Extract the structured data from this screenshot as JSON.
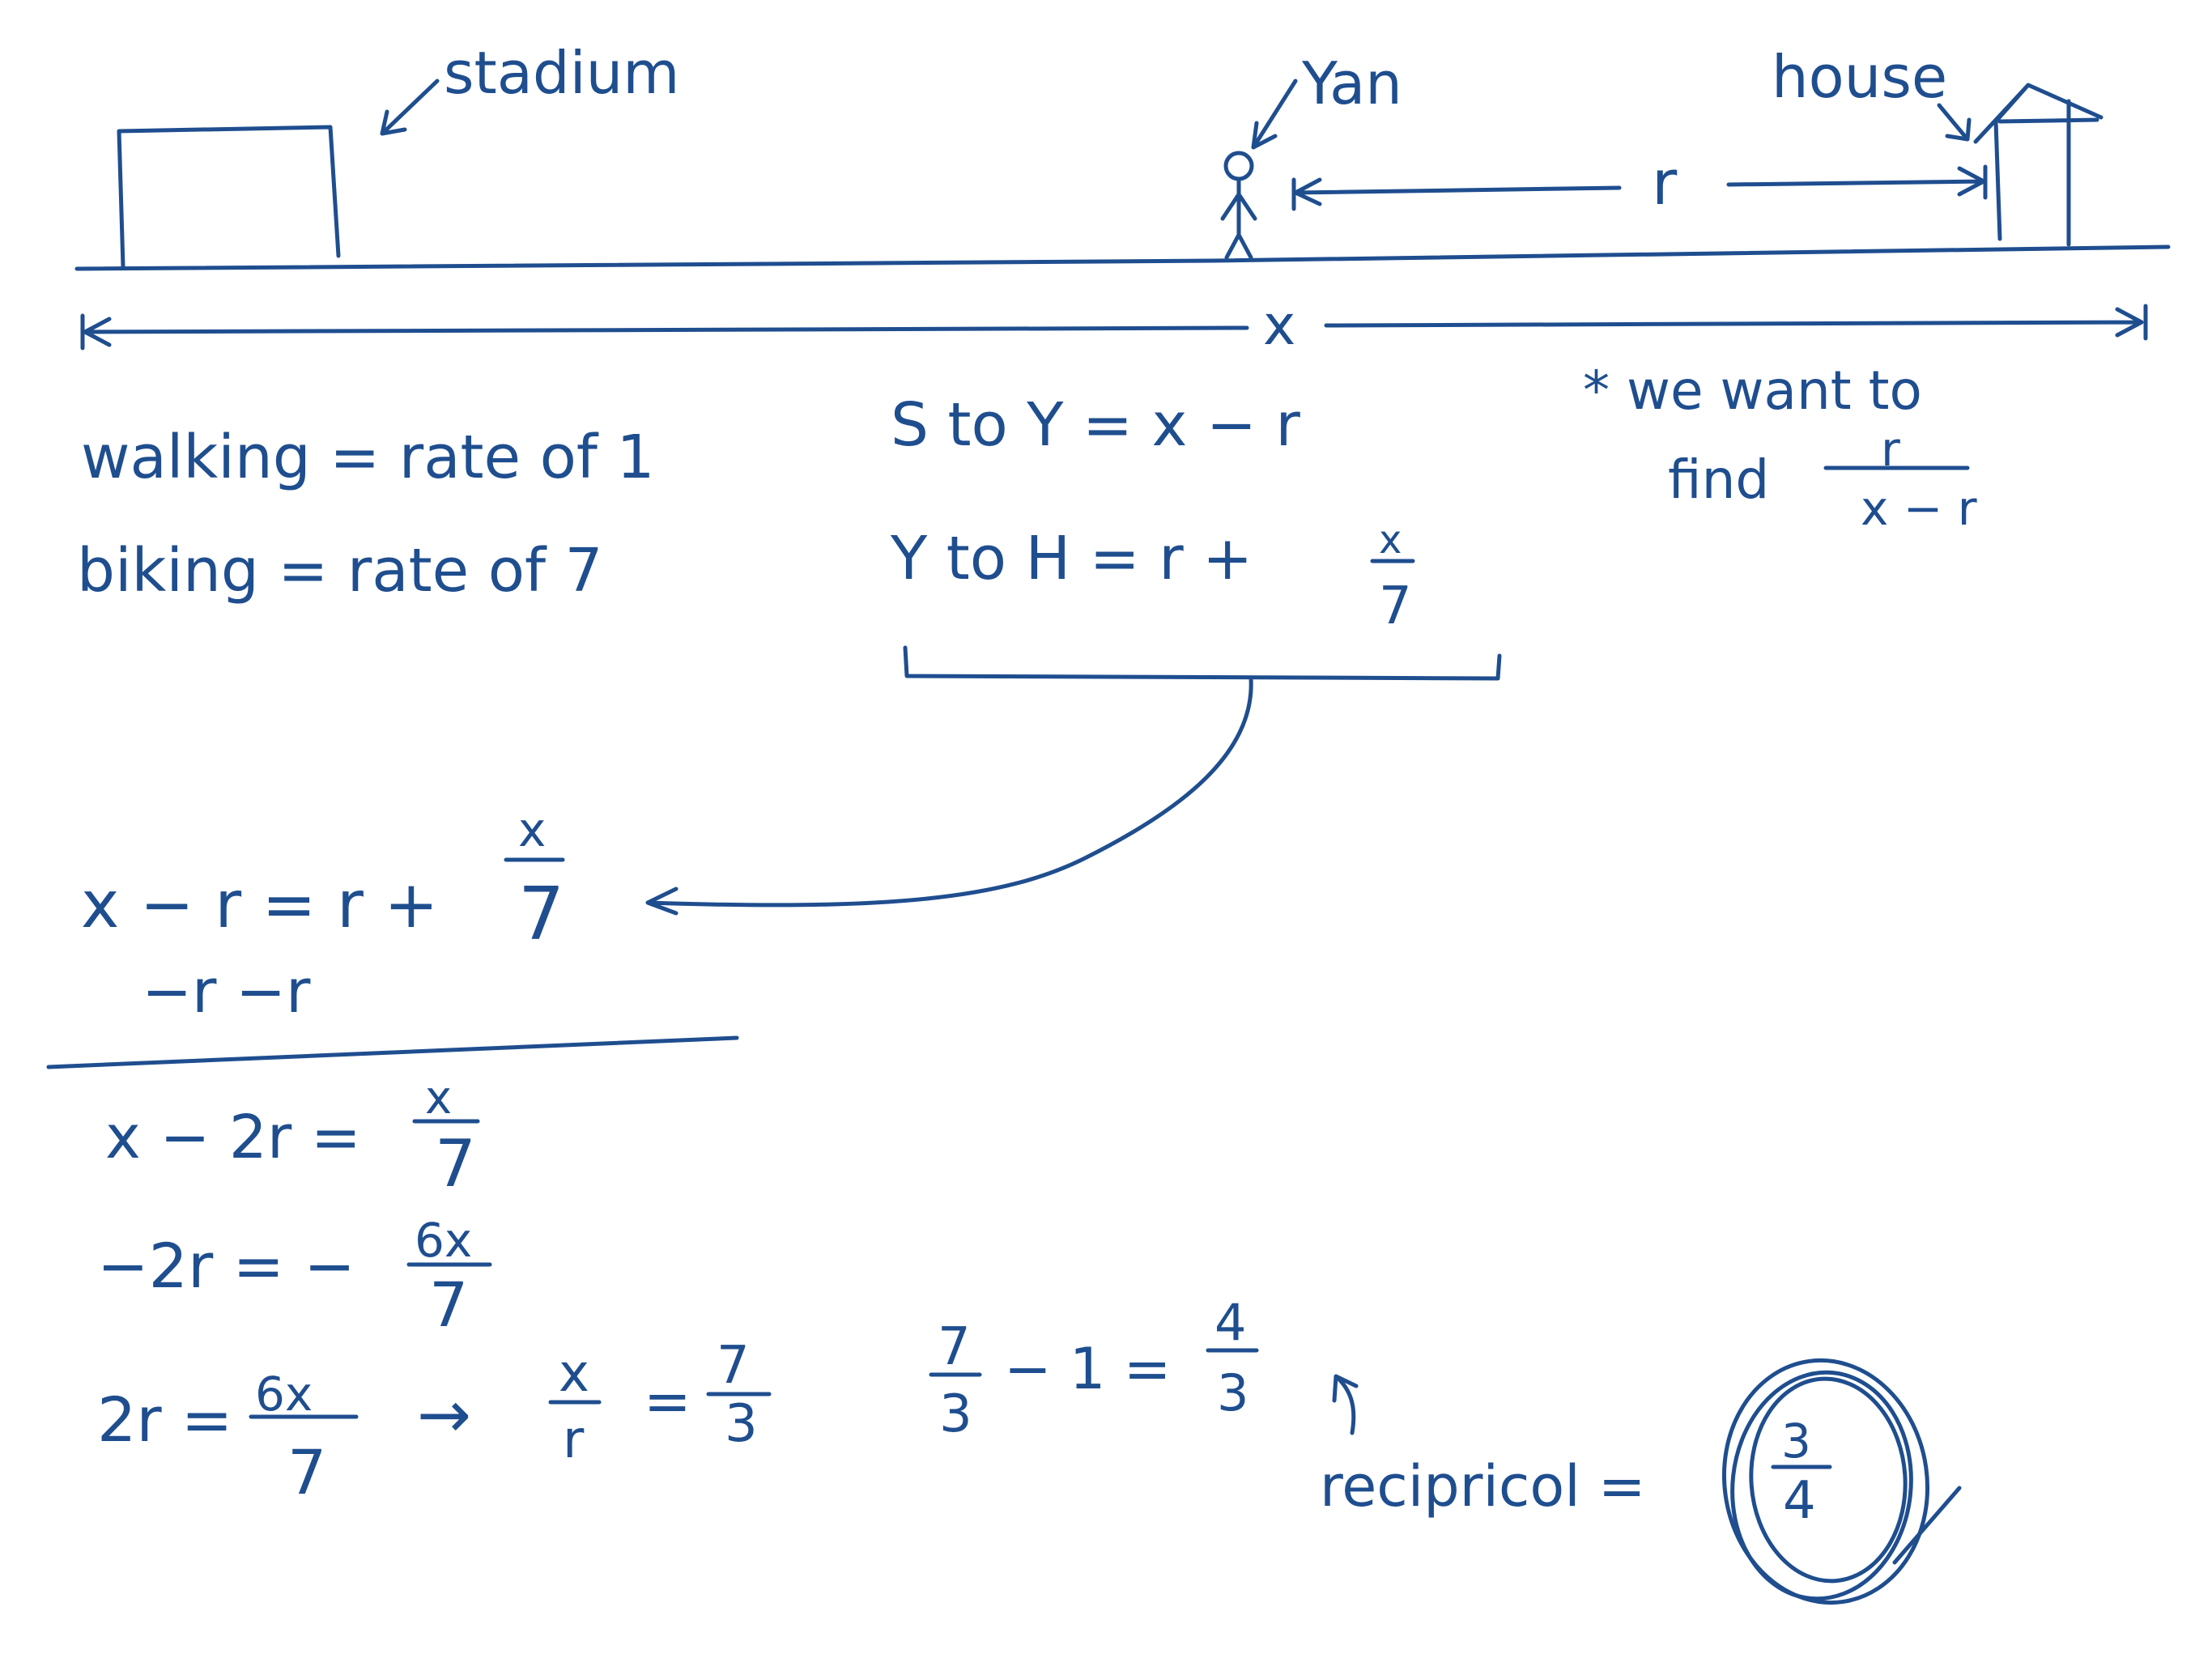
{
  "diagram": {
    "labels": {
      "stadium": "stadium",
      "yan": "Yan",
      "house": "house",
      "r": "r",
      "x": "x"
    },
    "rates": {
      "walking": "walking = rate of 1",
      "biking": "biking = rate of 7"
    },
    "distances": {
      "s_to_y": "S to Y = x − r",
      "y_to_h_prefix": "Y to H = r +",
      "frac_num": "x",
      "frac_den": "7"
    },
    "goal": {
      "line1": "* we want to",
      "line2": "find",
      "frac_num": "r",
      "frac_den": "x − r"
    },
    "work": {
      "eq1_prefix": "x − r = r +",
      "eq1_num": "x",
      "eq1_den": "7",
      "sub_step": "−r    −r",
      "eq2_prefix": "x − 2r =",
      "eq2_num": "x",
      "eq2_den": "7",
      "eq3_prefix": "−2r = −",
      "eq3_num": "6x",
      "eq3_den": "7",
      "eq4_prefix": "2r =",
      "eq4_num": "6x",
      "eq4_den": "7",
      "arrow": "→",
      "ratio_num": "x",
      "ratio_den": "r",
      "ratio_eq": "=",
      "ratio_val_num": "7",
      "ratio_val_den": "3",
      "sub_num": "7",
      "sub_den": "3",
      "sub_mid": "− 1 =",
      "sub_res_num": "4",
      "sub_res_den": "3",
      "reciprocal_label": "recipricol =",
      "answer_num": "3",
      "answer_den": "4"
    }
  }
}
